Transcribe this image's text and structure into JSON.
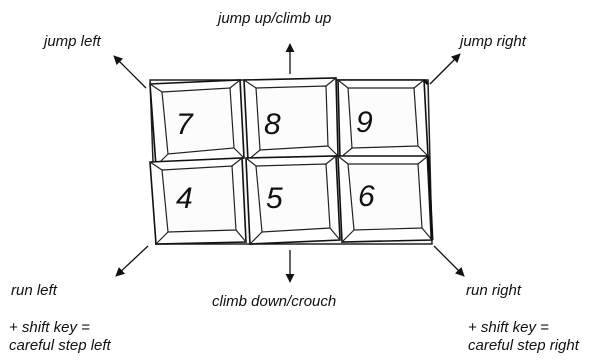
{
  "keys": [
    {
      "digit": "7"
    },
    {
      "digit": "8"
    },
    {
      "digit": "9"
    },
    {
      "digit": "4"
    },
    {
      "digit": "5"
    },
    {
      "digit": "6"
    }
  ],
  "labels": {
    "jump_left": "jump left",
    "jump_up": "jump up/climb up",
    "jump_right": "jump right",
    "run_left": "run left",
    "climb_down": "climb down/crouch",
    "run_right": "run right",
    "shift_left_line1": "+ shift key =",
    "shift_left_line2": "careful step left",
    "shift_right_line1": "+ shift key =",
    "shift_right_line2": "careful step right"
  }
}
